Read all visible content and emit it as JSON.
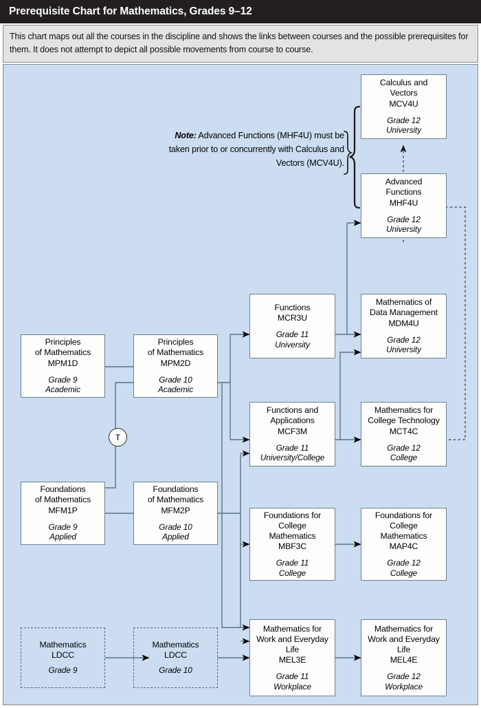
{
  "header": {
    "title": "Prerequisite Chart for Mathematics, Grades 9–12",
    "description": "This chart maps out all the courses in the discipline and shows the links between courses and the possible prerequisites for them. It does not attempt to depict all possible movements from course to course."
  },
  "note": {
    "label": "Note:",
    "text": " Advanced Functions (MHF4U) must be taken prior to or concurrently with Calculus and Vectors (MCV4U)."
  },
  "transfer_node": {
    "label": "T"
  },
  "colors": {
    "title_bar": "#231f20",
    "description_band": "#e3e3e3",
    "canvas": "#ccddf2",
    "box_fill": "#fdfdfb",
    "box_border": "#6d7f90",
    "connector": "#5d7184",
    "arrow_head": "#000000",
    "dashed_connector": "#4a4a4a"
  },
  "courses": [
    {
      "id": "MCV4U",
      "name_line1": "Calculus and",
      "name_line2": "Vectors",
      "code": "MCV4U",
      "grade": "Grade 12",
      "stream": "University",
      "style": "solid"
    },
    {
      "id": "MHF4U",
      "name_line1": "Advanced",
      "name_line2": "Functions",
      "code": "MHF4U",
      "grade": "Grade 12",
      "stream": "University",
      "style": "solid"
    },
    {
      "id": "MCR3U",
      "name_line1": "Functions",
      "name_line2": "",
      "code": "MCR3U",
      "grade": "Grade 11",
      "stream": "University",
      "style": "solid"
    },
    {
      "id": "MDM4U",
      "name_line1": "Mathematics of",
      "name_line2": "Data Management",
      "code": "MDM4U",
      "grade": "Grade 12",
      "stream": "University",
      "style": "solid"
    },
    {
      "id": "MPM1D",
      "name_line1": "Principles",
      "name_line2": "of Mathematics",
      "code": "MPM1D",
      "grade": "Grade 9",
      "stream": "Academic",
      "style": "solid"
    },
    {
      "id": "MPM2D",
      "name_line1": "Principles",
      "name_line2": "of Mathematics",
      "code": "MPM2D",
      "grade": "Grade 10",
      "stream": "Academic",
      "style": "solid"
    },
    {
      "id": "MCF3M",
      "name_line1": "Functions and",
      "name_line2": "Applications",
      "code": "MCF3M",
      "grade": "Grade 11",
      "stream": "University/College",
      "style": "solid"
    },
    {
      "id": "MCT4C",
      "name_line1": "Mathematics for",
      "name_line2": "College Technology",
      "code": "MCT4C",
      "grade": "Grade 12",
      "stream": "College",
      "style": "solid"
    },
    {
      "id": "MFM1P",
      "name_line1": "Foundations",
      "name_line2": "of Mathematics",
      "code": "MFM1P",
      "grade": "Grade 9",
      "stream": "Applied",
      "style": "solid"
    },
    {
      "id": "MFM2P",
      "name_line1": "Foundations",
      "name_line2": "of Mathematics",
      "code": "MFM2P",
      "grade": "Grade 10",
      "stream": "Applied",
      "style": "solid"
    },
    {
      "id": "MBF3C",
      "name_line1": "Foundations for",
      "name_line2": "College",
      "name_line3": "Mathematics",
      "code": "MBF3C",
      "grade": "Grade 11",
      "stream": "College",
      "style": "solid"
    },
    {
      "id": "MAP4C",
      "name_line1": "Foundations for",
      "name_line2": "College",
      "name_line3": "Mathematics",
      "code": "MAP4C",
      "grade": "Grade 12",
      "stream": "College",
      "style": "solid"
    },
    {
      "id": "LDCC9",
      "name_line1": "Mathematics",
      "name_line2": "",
      "code": "LDCC",
      "grade": "Grade 9",
      "stream": "",
      "style": "dashed"
    },
    {
      "id": "LDCC10",
      "name_line1": "Mathematics",
      "name_line2": "",
      "code": "LDCC",
      "grade": "Grade 10",
      "stream": "",
      "style": "dashed"
    },
    {
      "id": "MEL3E",
      "name_line1": "Mathematics for",
      "name_line2": "Work and Everyday",
      "name_line3": "Life",
      "code": "MEL3E",
      "grade": "Grade 11",
      "stream": "Workplace",
      "style": "solid"
    },
    {
      "id": "MEL4E",
      "name_line1": "Mathematics for",
      "name_line2": "Work and Everyday",
      "name_line3": "Life",
      "code": "MEL4E",
      "grade": "Grade 12",
      "stream": "Workplace",
      "style": "solid"
    }
  ],
  "links": [
    {
      "from": "MPM1D",
      "to": "MPM2D",
      "style": "solid"
    },
    {
      "from": "MFM1P",
      "to": "MPM2D",
      "style": "solid",
      "via": "T"
    },
    {
      "from": "MFM1P",
      "to": "MFM2P",
      "style": "solid"
    },
    {
      "from": "MPM2D",
      "to": "MCR3U",
      "style": "solid"
    },
    {
      "from": "MPM2D",
      "to": "MCF3M",
      "style": "solid"
    },
    {
      "from": "MPM2D",
      "to": "MEL3E",
      "style": "solid"
    },
    {
      "from": "MCR3U",
      "to": "MHF4U",
      "style": "solid"
    },
    {
      "from": "MCR3U",
      "to": "MDM4U",
      "style": "solid"
    },
    {
      "from": "MCF3M",
      "to": "MDM4U",
      "style": "solid"
    },
    {
      "from": "MCF3M",
      "to": "MCT4C",
      "style": "solid"
    },
    {
      "from": "MCT4C",
      "to": "MHF4U",
      "style": "dashed"
    },
    {
      "from": "MHF4U",
      "to": "MCV4U",
      "style": "dashed"
    },
    {
      "from": "MFM2P",
      "to": "MCF3M",
      "style": "solid"
    },
    {
      "from": "MFM2P",
      "to": "MBF3C",
      "style": "solid"
    },
    {
      "from": "MFM2P",
      "to": "MEL3E",
      "style": "solid"
    },
    {
      "from": "MBF3C",
      "to": "MAP4C",
      "style": "solid"
    },
    {
      "from": "LDCC9",
      "to": "LDCC10",
      "style": "solid"
    },
    {
      "from": "LDCC10",
      "to": "MEL3E",
      "style": "solid"
    },
    {
      "from": "MEL3E",
      "to": "MEL4E",
      "style": "solid"
    }
  ]
}
